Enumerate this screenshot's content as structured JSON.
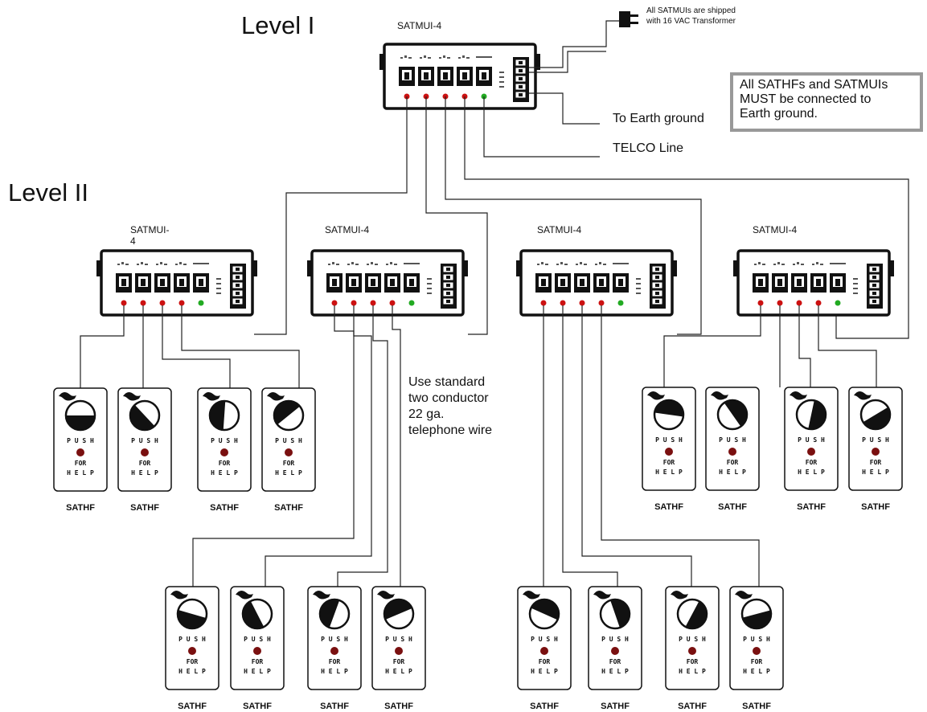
{
  "levels": {
    "level1": "Level  I",
    "level2": "Level  II"
  },
  "hub_label": "SATMUI-4",
  "level2_hubs": [
    "SATMUI-\n4",
    "SATMUI-4",
    "SATMUI-4",
    "SATMUI-4"
  ],
  "transformer_note": [
    "All SATMUIs are shipped",
    "with 16 VAC Transformer"
  ],
  "ground_note": [
    "All SATHFs and SATMUIs",
    "MUST be connected to",
    "Earth ground."
  ],
  "earth_label": "To Earth ground",
  "telco_label": "TELCO Line",
  "wire_note": [
    "Use standard",
    "two conductor",
    "22 ga.",
    "telephone wire"
  ],
  "station": {
    "label": "SATHF",
    "push_text": "P U S H",
    "for_text": "FOR",
    "help_text": "H E L P"
  },
  "colors": {
    "line": "#222222",
    "led_red": "#cc1111",
    "led_green": "#22aa22",
    "button": "#7a1010",
    "note_border": "#999999"
  }
}
